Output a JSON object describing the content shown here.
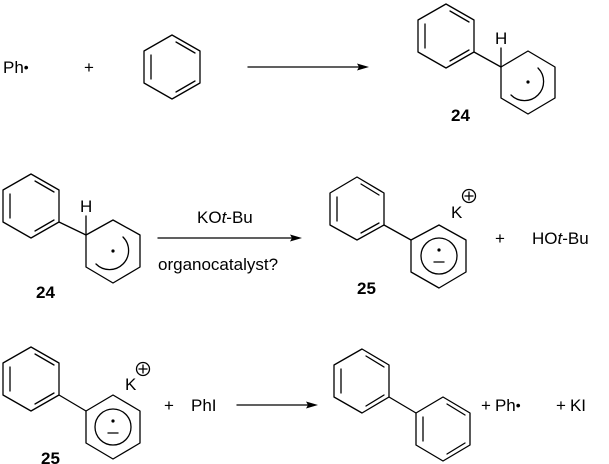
{
  "scheme": {
    "reactions": [
      {
        "id": "step1",
        "reactants": [
          "Ph•",
          "benzene"
        ],
        "plus": "+",
        "product_label": "24",
        "product_atom_label": "H",
        "reagents_above": "",
        "reagents_below": ""
      },
      {
        "id": "step2",
        "reactant_label": "24",
        "reactant_atom_label": "H",
        "reagent_above_prefix": "KO",
        "reagent_above_italic": "t",
        "reagent_above_suffix": "-Bu",
        "reagent_below": "organocatalyst?",
        "product_label": "25",
        "counterion": "K",
        "counterion_charge": "+",
        "plus": "+",
        "byproduct_prefix": "HO",
        "byproduct_italic": "t",
        "byproduct_suffix": "-Bu"
      },
      {
        "id": "step3",
        "reactant_label": "25",
        "counterion": "K",
        "counterion_charge": "+",
        "plus": "+",
        "coreactant": "PhI",
        "products": [
          "biphenyl",
          "Ph•",
          "KI"
        ],
        "byproduct_1": "Ph",
        "byproduct_2": "KI"
      }
    ],
    "radical_dot": "•",
    "anion_minus": "−"
  }
}
